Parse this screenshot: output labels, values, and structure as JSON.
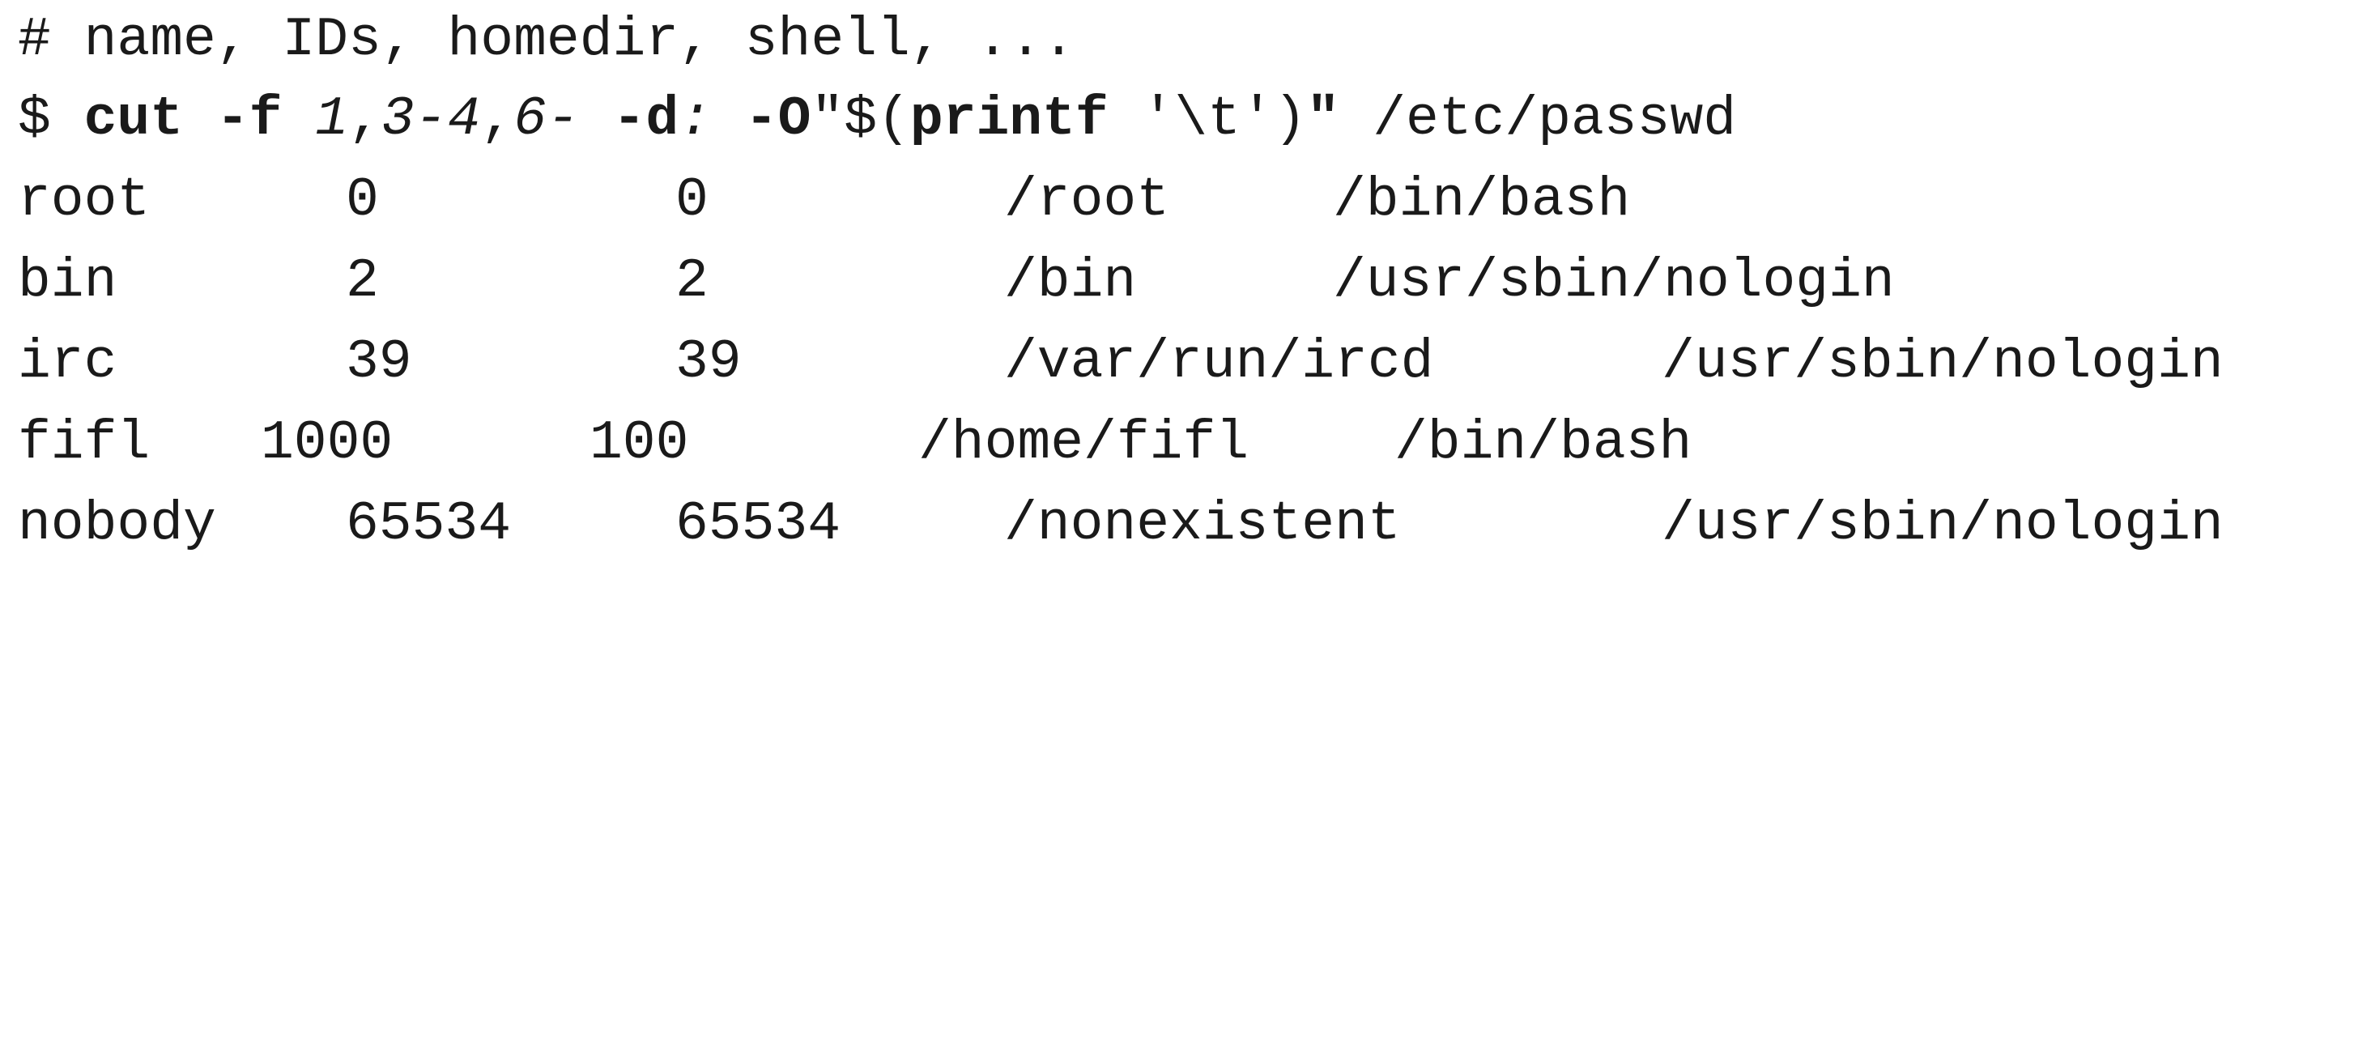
{
  "comment_line": "# name, IDs, homedir, shell, ...",
  "command": {
    "prompt": "$ ",
    "cmd": "cut",
    "space1": " ",
    "flag_f": "-f",
    "space2": " ",
    "field_1": "1",
    "comma1": ",",
    "field_range_a": "3-4",
    "comma2": ",",
    "field_range_b": "6-",
    "space3": " ",
    "flag_d": "-d",
    "delimiter": ":",
    "space4": " ",
    "flag_O": "-O",
    "quote_open": "\"$(",
    "printf": "printf",
    "printf_arg": " '\\t')",
    "quote_close": "\"",
    "file": " /etc/passwd"
  },
  "output_rows": [
    {
      "name": "root",
      "uid": "0",
      "gid": "0",
      "home": "/root",
      "shell": "/bin/bash"
    },
    {
      "name": "bin",
      "uid": "2",
      "gid": "2",
      "home": "/bin",
      "shell": "/usr/sbin/nologin"
    },
    {
      "name": "irc",
      "uid": "39",
      "gid": "39",
      "home": "/var/run/ircd",
      "shell": "/usr/sbin/nologin"
    },
    {
      "name": "fifl",
      "uid": "1000",
      "gid": "100",
      "home": "/home/fifl",
      "shell": "/bin/bash"
    },
    {
      "name": "nobody",
      "uid": "65534",
      "gid": "65534",
      "home": "/nonexistent",
      "shell": "/usr/sbin/nologin"
    }
  ]
}
